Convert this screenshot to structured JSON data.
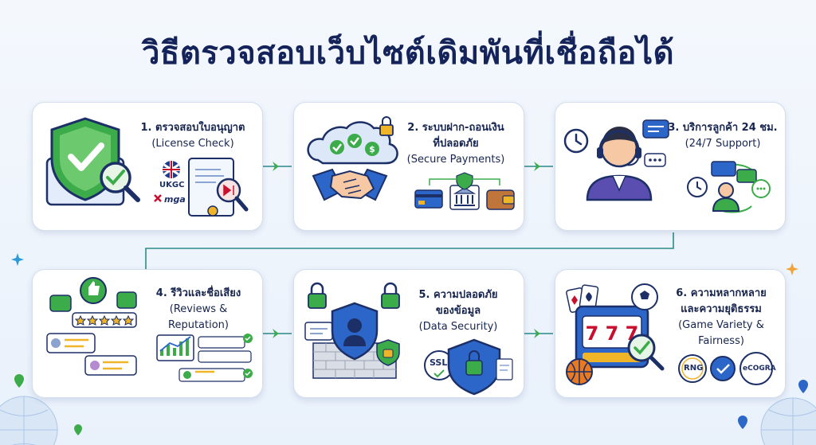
{
  "title": "วิธีตรวจสอบเว็บไซต์เดิมพันที่เชื่อถือได้",
  "colors": {
    "navy": "#14245a",
    "green": "#3cab4a",
    "blue": "#2c66c9",
    "card_border": "#d3deee",
    "connector": "#2b8a8a"
  },
  "steps": [
    {
      "num": "1.",
      "thai": "ตรวจสอบใบอนุญาต",
      "english": "(License Check)",
      "icons": [
        "shield-check-icon",
        "certificate-icon",
        "magnifier-icon"
      ],
      "badges": [
        "UKGC",
        "mga"
      ]
    },
    {
      "num": "2.",
      "thai": "ระบบฝาก-ถอนเงิน",
      "thai2": "ที่ปลอดภัย",
      "english": "(Secure Payments)",
      "icons": [
        "handshake-icon",
        "cloud-icon",
        "card-icon",
        "bank-icon",
        "wallet-icon"
      ]
    },
    {
      "num": "3.",
      "thai": "บริการลูกค้า 24 ชม.",
      "english": "(24/7 Support)",
      "icons": [
        "support-agent-icon",
        "clock-icon",
        "chat-icon"
      ]
    },
    {
      "num": "4.",
      "thai": "รีวิวและชื่อเสียง",
      "english": "(Reviews &",
      "english2": "Reputation)",
      "icons": [
        "thumbs-up-icon",
        "star-rating-icon",
        "review-card-icon",
        "chart-icon"
      ]
    },
    {
      "num": "5.",
      "thai": "ความปลอดภัย",
      "thai2": "ของข้อมูล",
      "english": "(Data Security)",
      "icons": [
        "padlock-icon",
        "firewall-icon",
        "shield-user-icon"
      ],
      "badges": [
        "SSL"
      ]
    },
    {
      "num": "6.",
      "thai": "ความหลากหลาย",
      "thai2": "และความยุติธรรม",
      "english": "(Game Variety &",
      "english2": "Fairness)",
      "icons": [
        "slot-machine-icon",
        "cards-icon",
        "football-icon",
        "basketball-icon"
      ],
      "badges": [
        "RNG",
        "eCOGRA"
      ]
    }
  ]
}
